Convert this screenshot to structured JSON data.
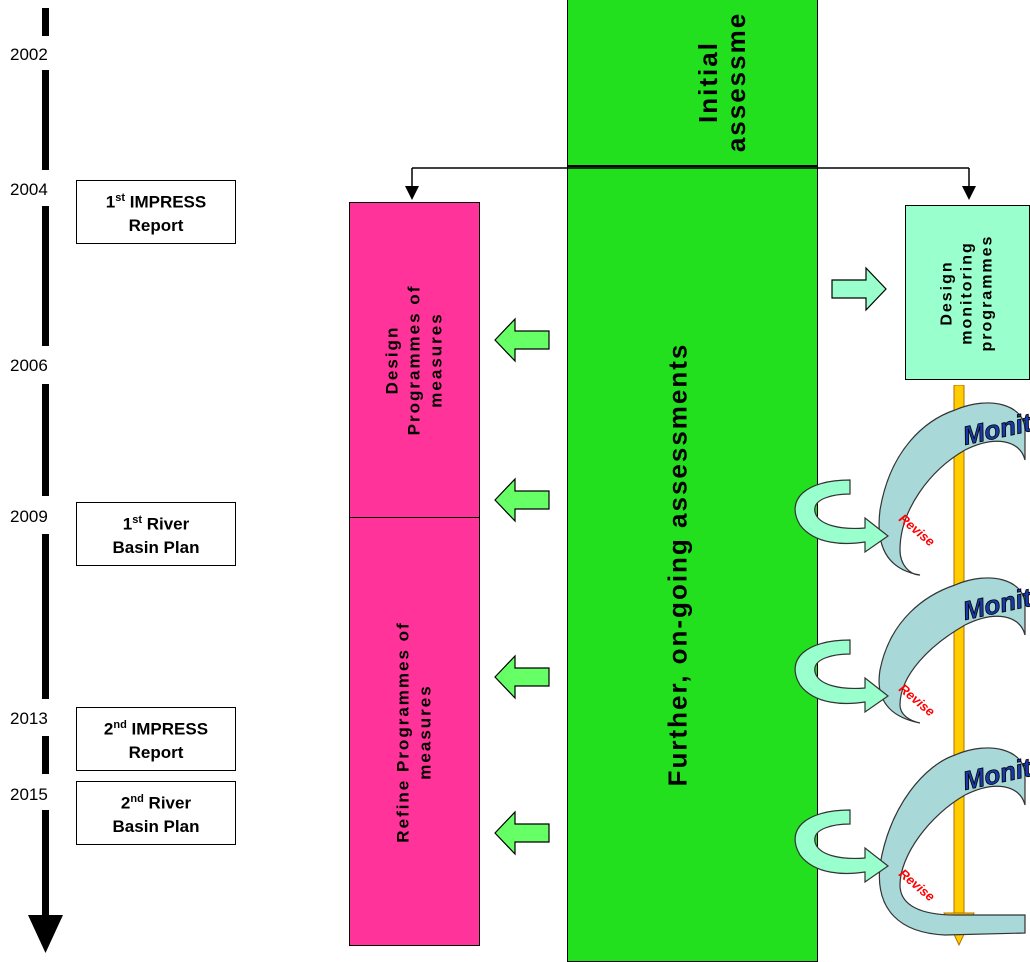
{
  "timeline": {
    "years": [
      "2002",
      "2004",
      "2006",
      "2009",
      "2013",
      "2015"
    ],
    "milestones": [
      {
        "line1_pre": "1",
        "line1_sup": "st",
        "line1_post": " IMPRESS",
        "line2": "Report"
      },
      {
        "line1_pre": "1",
        "line1_sup": "st",
        "line1_post": " River",
        "line2": "Basin Plan"
      },
      {
        "line1_pre": "2",
        "line1_sup": "nd",
        "line1_post": " IMPRESS",
        "line2": "Report"
      },
      {
        "line1_pre": "2",
        "line1_sup": "nd",
        "line1_post": " River",
        "line2": "Basin Plan"
      }
    ]
  },
  "assessment": {
    "initial_line1": "Initial",
    "initial_line2": "assessme",
    "further": "Further, on-going assessments"
  },
  "measures": {
    "design_line1": "Design",
    "design_line2": "Programmes of",
    "design_line3": "measures",
    "refine_line1": "Refine Programmes of",
    "refine_line2": "measures"
  },
  "monitoring": {
    "design_line1": "Design",
    "design_line2": "monitoring",
    "design_line3": "programmes",
    "monitor_label": "Monitor",
    "review_label": "Revise"
  },
  "colors": {
    "assessment_green": "#22e01e",
    "measures_pink": "#ff3399",
    "monitoring_mint": "#99ffcc",
    "arrow_green": "#66ff66",
    "arrow_mint": "#99ffcc",
    "timeline_axis": "#ffcc00",
    "ribbon": "#a9d8d8"
  }
}
